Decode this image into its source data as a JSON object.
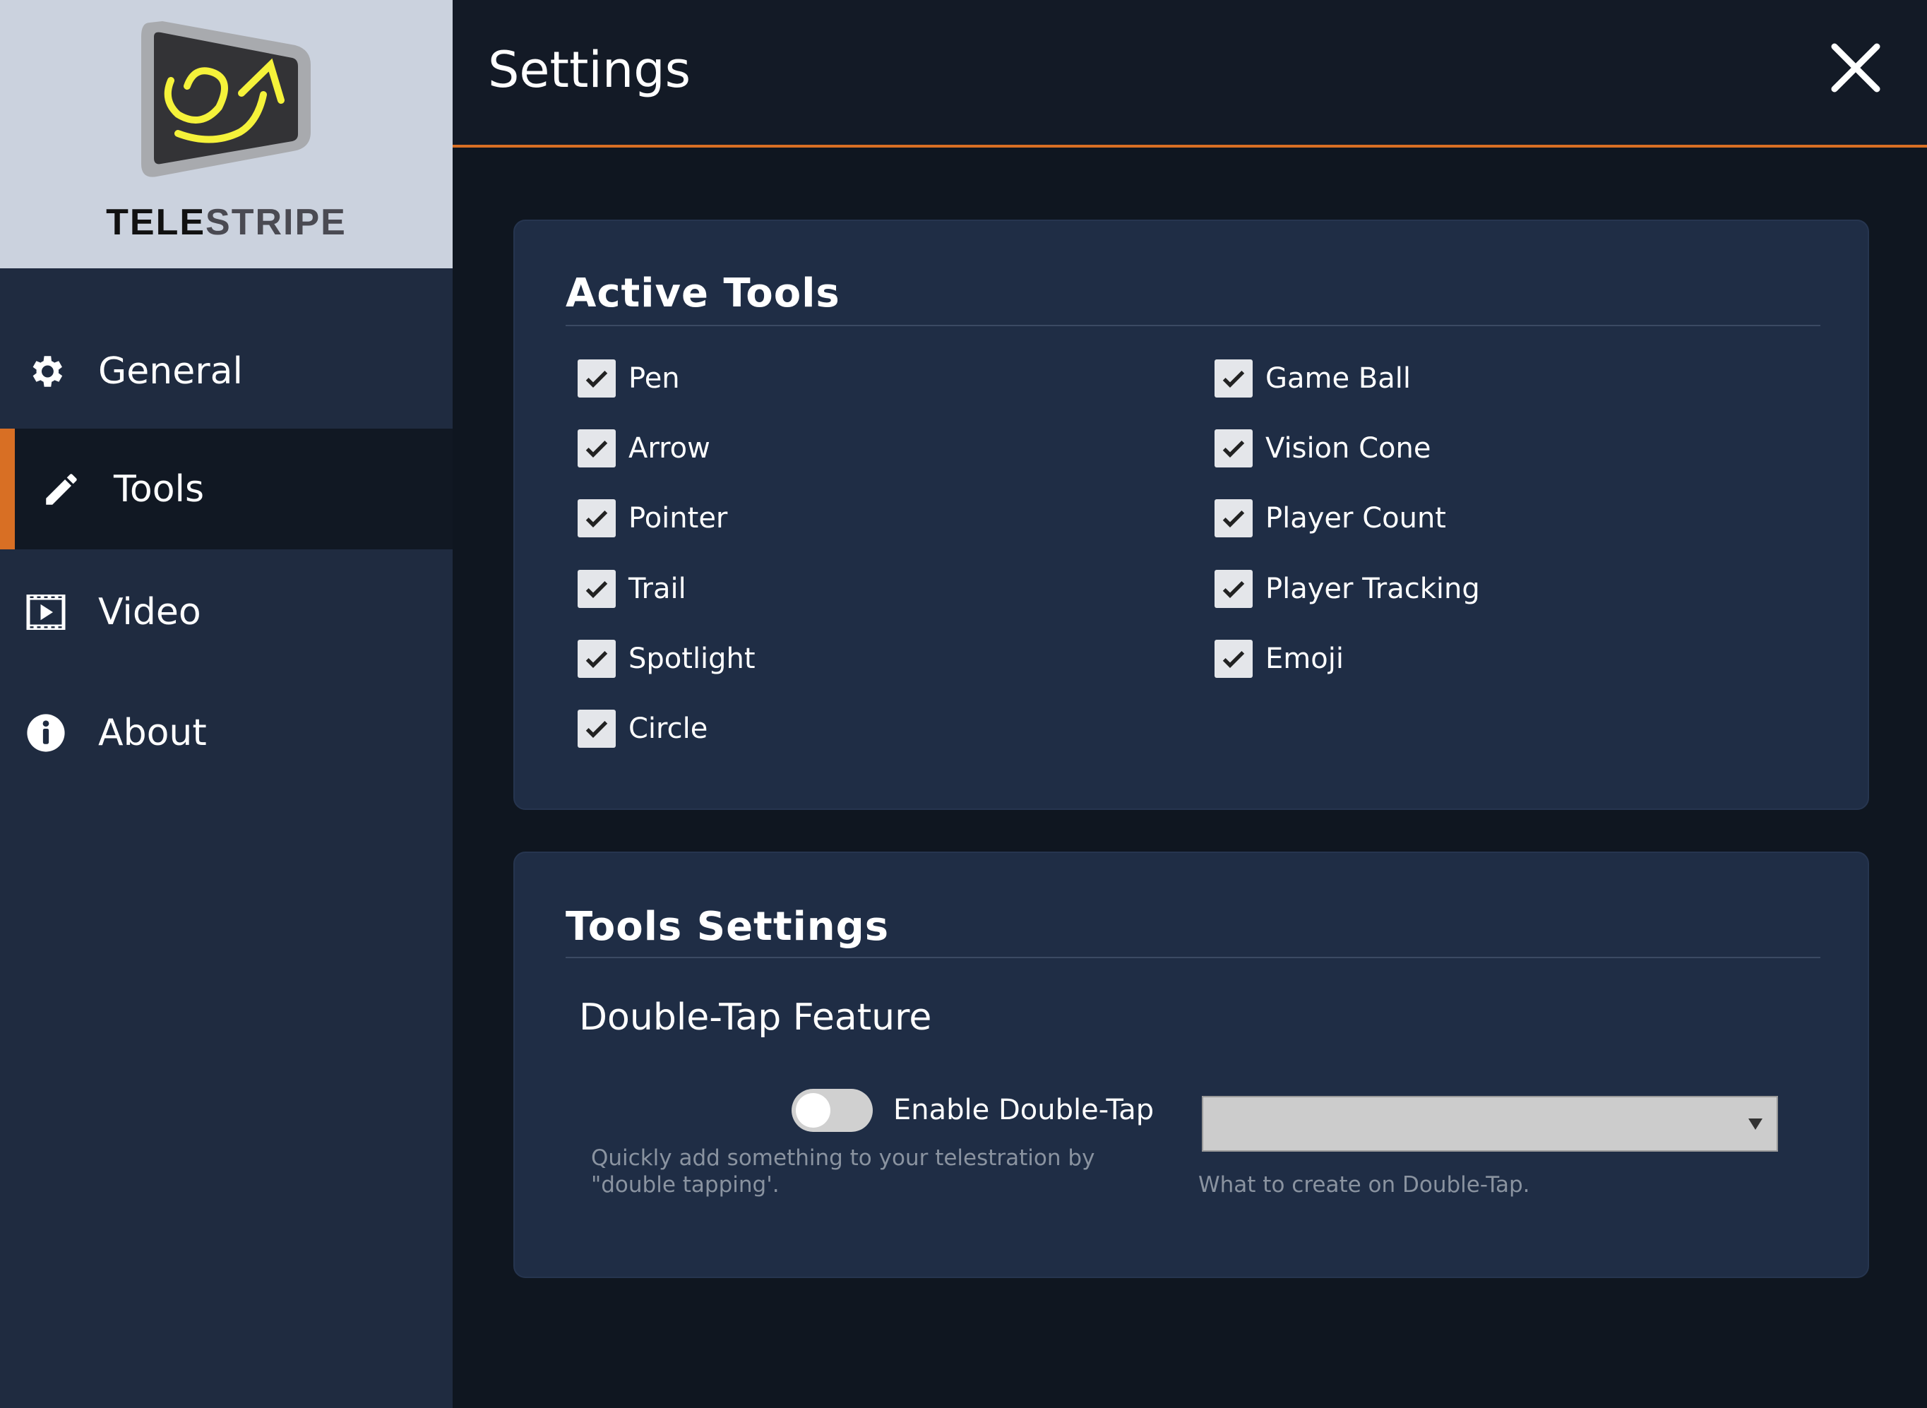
{
  "app": {
    "logo_text_a": "TELE",
    "logo_text_b": "STRIPE"
  },
  "header": {
    "title": "Settings"
  },
  "sidebar": {
    "items": [
      {
        "label": "General",
        "icon": "gear-icon"
      },
      {
        "label": "Tools",
        "icon": "pencil-icon",
        "active": true
      },
      {
        "label": "Video",
        "icon": "video-icon"
      },
      {
        "label": "About",
        "icon": "info-icon"
      }
    ]
  },
  "active_tools": {
    "title": "Active Tools",
    "left": [
      {
        "label": "Pen",
        "checked": true
      },
      {
        "label": "Arrow",
        "checked": true
      },
      {
        "label": "Pointer",
        "checked": true
      },
      {
        "label": "Trail",
        "checked": true
      },
      {
        "label": "Spotlight",
        "checked": true
      },
      {
        "label": "Circle",
        "checked": true
      }
    ],
    "right": [
      {
        "label": "Game Ball",
        "checked": true
      },
      {
        "label": "Vision Cone",
        "checked": true
      },
      {
        "label": "Player Count",
        "checked": true
      },
      {
        "label": "Player Tracking",
        "checked": true
      },
      {
        "label": "Emoji",
        "checked": true
      }
    ]
  },
  "tools_settings": {
    "title": "Tools Settings",
    "section": "Double-Tap Feature",
    "toggle_label": "Enable Double-Tap",
    "toggle_on": false,
    "toggle_help": "Quickly add something to your telestration by \"double tapping'.",
    "dropdown_value": "",
    "dropdown_help": "What to create on Double-Tap."
  },
  "colors": {
    "accent": "#d86f24",
    "sidebar": "#1f2b40",
    "card": "#1f2d45"
  }
}
